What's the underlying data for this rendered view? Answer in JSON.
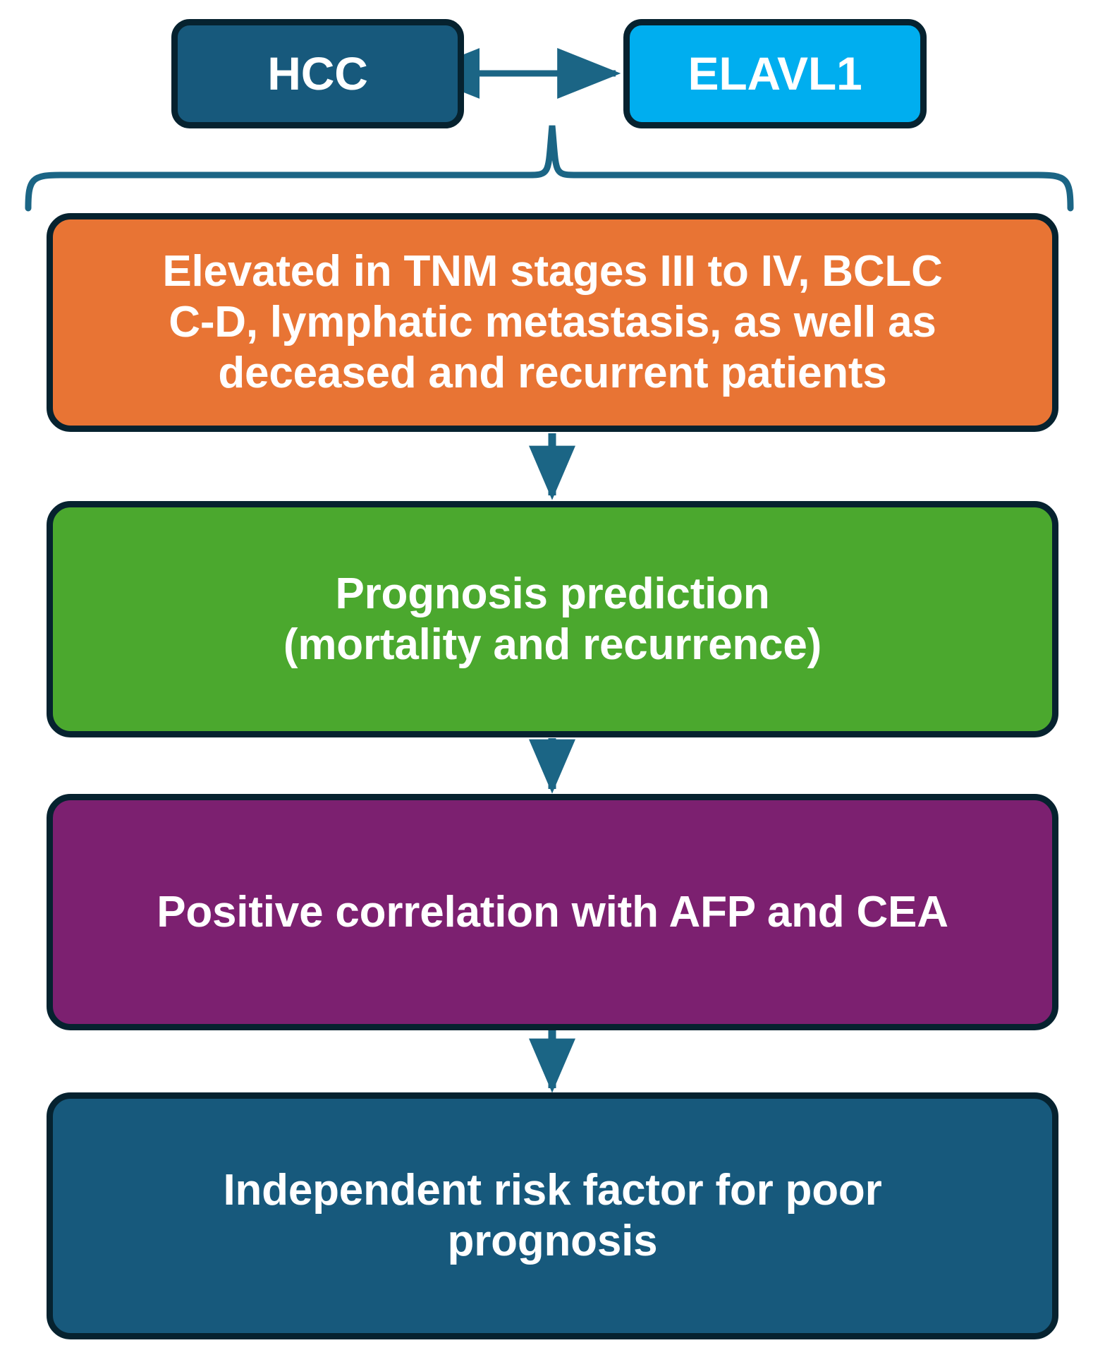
{
  "diagram": {
    "title": "HCC / ELAVL1 clinical significance flowchart",
    "colors": {
      "dark_teal": "#17597C",
      "cyan": "#00AEEF",
      "orange": "#E87434",
      "green": "#4BA82E",
      "purple": "#7C2070",
      "border_navy": "#06222F",
      "connector": "#1B6585",
      "text": "#FFFFFF"
    },
    "nodes": {
      "hcc": {
        "label": "HCC",
        "color": "#17597C"
      },
      "elavl1": {
        "label": "ELAVL1",
        "color": "#00AEEF"
      },
      "elevated": {
        "label": "Elevated in TNM stages III to IV, BCLC C-D, lymphatic metastasis, as well as deceased and recurrent patients",
        "lines": [
          "Elevated in TNM stages III to IV, BCLC",
          "C-D, lymphatic metastasis, as well as",
          "deceased and recurrent patients"
        ],
        "color": "#E87434"
      },
      "prognosis": {
        "label": "Prognosis prediction (mortality and recurrence)",
        "lines": [
          "Prognosis prediction",
          "(mortality and recurrence)"
        ],
        "color": "#4BA82E"
      },
      "correlation": {
        "label": "Positive correlation with AFP and CEA",
        "lines": [
          "Positive correlation with AFP and CEA"
        ],
        "color": "#7C2070"
      },
      "risk_factor": {
        "label": "Independent risk factor for poor prognosis",
        "lines": [
          "Independent risk factor for poor",
          "prognosis"
        ],
        "color": "#17597C"
      }
    },
    "connectors": {
      "hcc_elavl1": {
        "type": "double-arrow",
        "label": ""
      },
      "brace": {
        "type": "curly-brace-down",
        "label": ""
      },
      "orange_to_green": {
        "type": "arrow-down",
        "label": ""
      },
      "green_to_purple": {
        "type": "arrow-down",
        "label": ""
      },
      "purple_to_dark": {
        "type": "arrow-down",
        "label": ""
      }
    }
  }
}
